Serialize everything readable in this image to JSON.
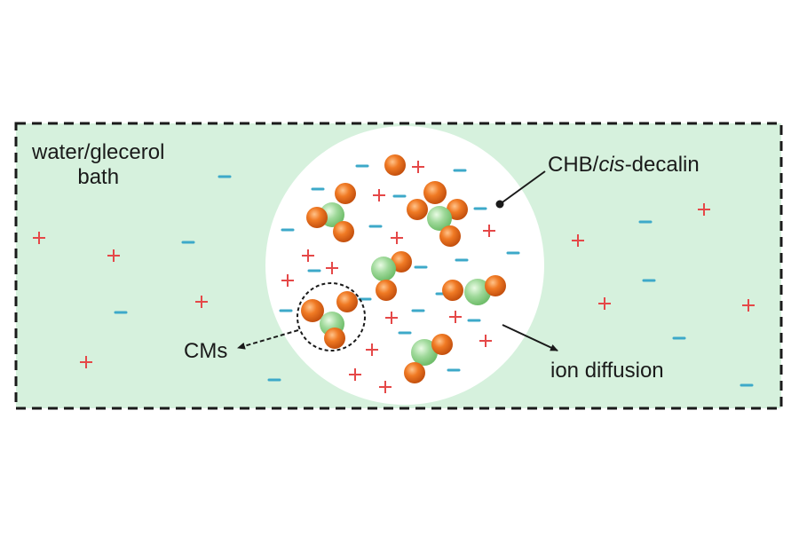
{
  "labels": {
    "bath_line1": "water/glecerol",
    "bath_line2": "bath",
    "droplet_prefix": "CHB/",
    "droplet_italic": "cis",
    "droplet_suffix": "-decalin",
    "particles": "CMs",
    "diffusion": "ion diffusion"
  },
  "colors": {
    "bath_fill": "#d6f1dd",
    "droplet_fill": "#ffffff",
    "border": "#1a1a1a",
    "plus_ion": "#e54848",
    "minus_ion": "#3da9c9",
    "orange_sphere": "#ef6f1a",
    "green_sphere": "#8fd08a"
  },
  "symbols": {
    "plus": "+",
    "minus": "-"
  }
}
